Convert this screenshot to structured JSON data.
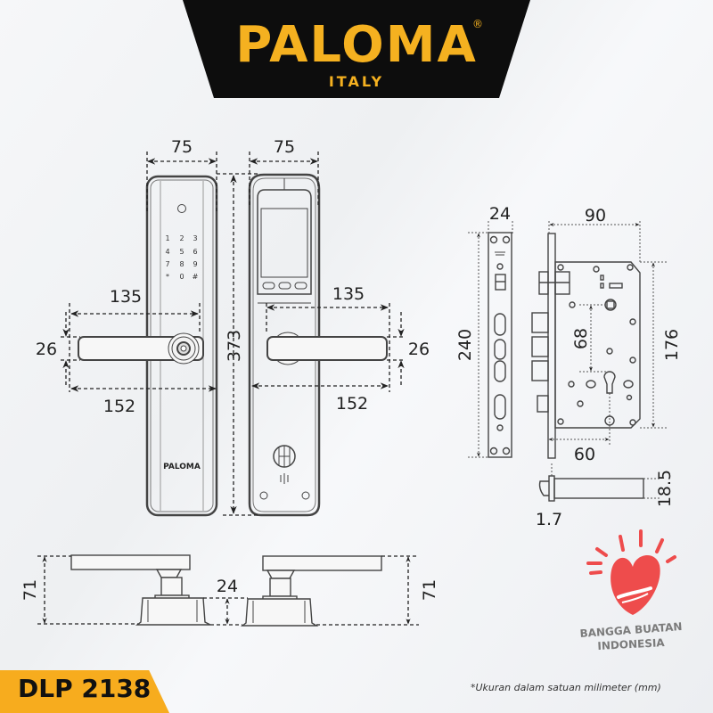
{
  "brand": {
    "name": "PALOMA",
    "registered_mark": "®",
    "subtitle": "ITALY",
    "color": "#f5b120",
    "banner_color": "#0d0d0d"
  },
  "product": {
    "model": "DLP 2138",
    "badge_color": "#f7ac1e",
    "front_panel_logo": "PALOMA"
  },
  "keypad": {
    "keys": [
      "1",
      "2",
      "3",
      "4",
      "5",
      "6",
      "7",
      "8",
      "9",
      "*",
      "0",
      "#"
    ]
  },
  "dimensions": {
    "front_panel_width": "75",
    "back_panel_width": "75",
    "panel_height": "373",
    "front_handle_inner_length": "135",
    "front_handle_total_length": "152",
    "front_handle_height": "26",
    "back_handle_inner_length": "135",
    "back_handle_total_length": "152",
    "back_handle_height": "26",
    "mortise_faceplate_width": "24",
    "mortise_faceplate_height": "240",
    "mortise_body_width": "90",
    "mortise_body_height": "176",
    "mortise_spindle_to_cylinder": "68",
    "mortise_backset": "60",
    "faceplate_thickness": "1.7",
    "latch_height": "18.5",
    "handle_projection_left": "71",
    "rose_height": "24",
    "handle_projection_right": "71"
  },
  "pride_badge": {
    "line1": "BANGGA BUATAN",
    "line2": "INDONESIA",
    "heart_color": "#ee4c4c",
    "text_color": "#7b7b7b"
  },
  "footnote": "*Ukuran dalam satuan milimeter (mm)"
}
